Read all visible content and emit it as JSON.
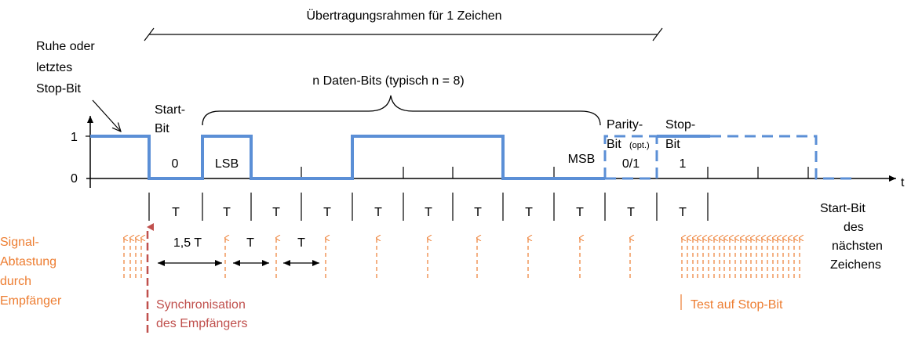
{
  "title": "Übertragungsrahmen für 1 Zeichen",
  "idle_label": [
    "Ruhe oder",
    "letztes",
    "Stop-Bit"
  ],
  "start_bit_label": [
    "Start-",
    "Bit"
  ],
  "data_bits_label": "n Daten-Bits (typisch  n = 8)",
  "parity_label": {
    "line1": "Parity-",
    "line2": "Bit",
    "opt": "(opt.)"
  },
  "stop_bit_label": [
    "Stop-",
    "Bit"
  ],
  "level_high": "1",
  "level_low": "0",
  "axis_label": "t",
  "bit_values": {
    "start": "0",
    "lsb": "LSB",
    "msb": "MSB",
    "parity": "0/1",
    "stop": "1"
  },
  "period_label": "T",
  "one_half_period_label": "1,5 T",
  "sampling_label": [
    "Signal-",
    "Abtastung",
    "durch",
    "Empfänger"
  ],
  "sync_label": [
    "Synchronisation",
    "des Empfängers"
  ],
  "stop_test_label": "Test auf Stop-Bit",
  "next_start_label": [
    "Start-Bit",
    "des",
    "nächsten",
    "Zeichens"
  ],
  "colors": {
    "signal": "#5B8FD6",
    "sampling": "#ED7D31",
    "sync": "#C0504D",
    "text": "#000000"
  },
  "icons": {
    "sample_arrow": "arrow-up-icon",
    "sync_arrow": "arrow-up-icon",
    "span_arrow": "double-arrow-icon"
  }
}
